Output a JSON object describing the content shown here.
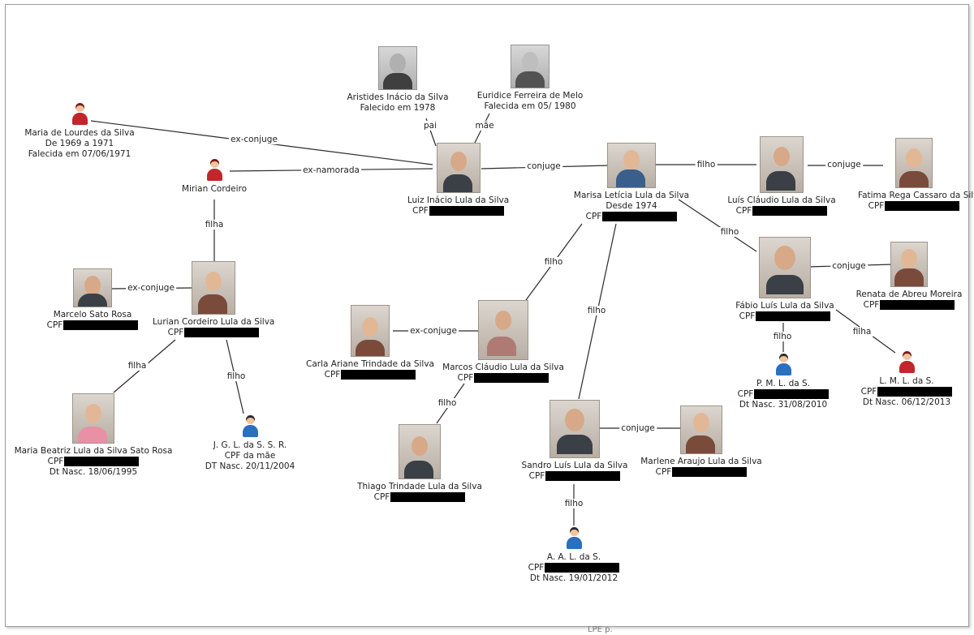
{
  "people": {
    "aristides": {
      "name": "Aristides Inácio da Silva",
      "line2": "Falecido em 1978"
    },
    "euridice": {
      "name": "Euridice Ferreira de Melo",
      "line2": "Falecida em 05/ 1980"
    },
    "maria_lourdes": {
      "name": "Maria de Lourdes da Silva",
      "line2": "De 1969 a 1971",
      "line3": "Falecida em 07/06/1971"
    },
    "mirian": {
      "name": "Mirian Cordeiro"
    },
    "lula": {
      "name": "Luiz Inácio Lula da Silva",
      "cpf": "CPF"
    },
    "marisa": {
      "name": "Marisa Letícia Lula da Silva",
      "line2": "Desde 1974",
      "cpf": "CPF"
    },
    "luis_claudio": {
      "name": "Luís Cláudio Lula da Silva",
      "cpf": "CPF"
    },
    "fatima": {
      "name": "Fatima Rega Cassaro da Silva",
      "cpf": "CPF"
    },
    "marcelo": {
      "name": "Marcelo Sato Rosa",
      "cpf": "CPF"
    },
    "lurian": {
      "name": "Lurian Cordeiro Lula da Silva",
      "cpf": "CPF"
    },
    "carla": {
      "name": "Carla Ariane Trindade da Silva",
      "cpf": "CPF"
    },
    "marcos": {
      "name": "Marcos Cláudio Lula da Silva",
      "cpf": "CPF"
    },
    "fabio": {
      "name": "Fábio Luís Lula da Silva",
      "cpf": "CPF"
    },
    "renata": {
      "name": "Renata de Abreu Moreira",
      "cpf": "CPF"
    },
    "maria_beatriz": {
      "name": "Maria Beatriz Lula da Silva Sato Rosa",
      "cpf": "CPF",
      "line3": "Dt Nasc. 18/06/1995"
    },
    "jgl": {
      "name": "J. G. L. da S. S. R.",
      "line2": "CPF da mãe",
      "line3": "DT Nasc. 20/11/2004"
    },
    "thiago": {
      "name": "Thiago Trindade Lula da Silva",
      "cpf": "CPF"
    },
    "sandro": {
      "name": "Sandro Luís Lula da Silva",
      "cpf": "CPF"
    },
    "marlene": {
      "name": "Marlene Araujo Lula da Silva",
      "cpf": "CPF"
    },
    "pml": {
      "name": "P. M. L. da S.",
      "cpf": "CPF",
      "line3": "Dt Nasc. 31/08/2010"
    },
    "lml": {
      "name": "L. M. L. da S.",
      "cpf": "CPF",
      "line3": "Dt Nasc. 06/12/2013"
    },
    "aal": {
      "name": "A. A. L. da S.",
      "cpf": "CPF",
      "line3": "Dt Nasc. 19/01/2012"
    }
  },
  "relations": {
    "pai": "pai",
    "mae": "mãe",
    "ex_conjuge_1": "ex-conjuge",
    "ex_namorada": "ex-namorada",
    "conjuge_1": "conjuge",
    "filho_1": "filho",
    "conjuge_2": "conjuge",
    "filha_1": "filha",
    "ex_conjuge_2": "ex-conjuge",
    "filho_2": "filho",
    "filho_3": "filho",
    "filho_4": "filho",
    "conjuge_3": "conjuge",
    "ex_conjuge_3": "ex-conjuge",
    "filha_2": "filha",
    "filho_5": "filho",
    "filho_6": "filho",
    "conjuge_4": "conjuge",
    "filho_7": "filho",
    "filha_3": "filha",
    "filho_8": "filho"
  },
  "footer_mark": "LPE p."
}
